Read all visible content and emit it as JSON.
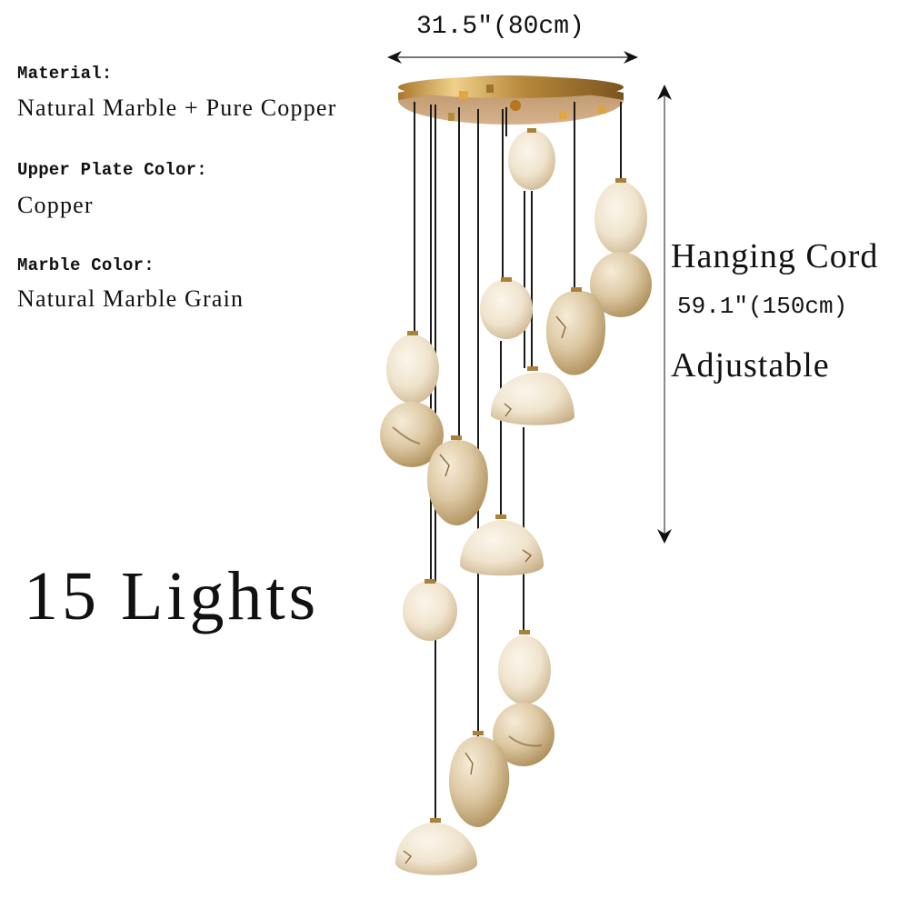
{
  "specs": {
    "material": {
      "label": "Material:",
      "value": "Natural Marble + Pure Copper"
    },
    "upper_plate_color": {
      "label": "Upper Plate Color:",
      "value": "Copper"
    },
    "marble_color": {
      "label": "Marble Color:",
      "value": "Natural Marble Grain"
    }
  },
  "light_count": "15 Lights",
  "dimensions": {
    "width": "31.5\"(80cm)",
    "cord_title": "Hanging Cord",
    "cord_length": "59.1\"(150cm)",
    "cord_note": "Adjustable"
  },
  "colors": {
    "background": "#ffffff",
    "text": "#111111",
    "plate_gold": "#b8893c",
    "plate_underside": "#c9a178",
    "cord": "#1a1a1a",
    "marble_light": "#f4ecdc",
    "marble_shadow": "#c9b18a",
    "vein": "#8a6a3a",
    "arrow": "#888888"
  },
  "product": {
    "name": "marble-pendant-chandelier",
    "pendant_count": 15
  }
}
